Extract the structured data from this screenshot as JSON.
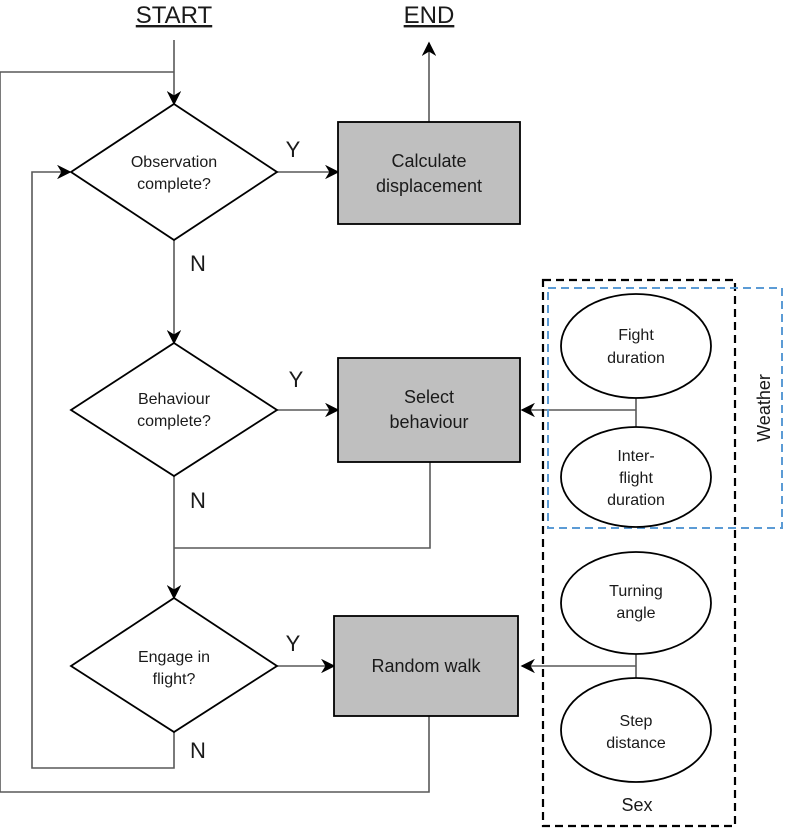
{
  "terminals": {
    "start": "START",
    "end": "END"
  },
  "decisions": {
    "observation": [
      "Observation",
      "complete?"
    ],
    "behaviour": [
      "Behaviour",
      "complete?"
    ],
    "flight": [
      "Engage in",
      "flight?"
    ]
  },
  "processes": {
    "displacement": [
      "Calculate",
      "displacement"
    ],
    "select_behaviour": [
      "Select",
      "behaviour"
    ],
    "random_walk": [
      "Random walk"
    ]
  },
  "branch_labels": {
    "yes": "Y",
    "no": "N"
  },
  "parameters": {
    "flight_duration": [
      "Fight",
      "duration"
    ],
    "interflight_duration": [
      "Inter-",
      "flight",
      "duration"
    ],
    "turning_angle": [
      "Turning",
      "angle"
    ],
    "step_distance": [
      "Step",
      "distance"
    ]
  },
  "groups": {
    "weather": "Weather",
    "sex": "Sex"
  },
  "colors": {
    "process_fill": "#bfbfbf",
    "line": "#595959",
    "weather_border": "#5b9bd5",
    "sex_border": "#000000"
  }
}
